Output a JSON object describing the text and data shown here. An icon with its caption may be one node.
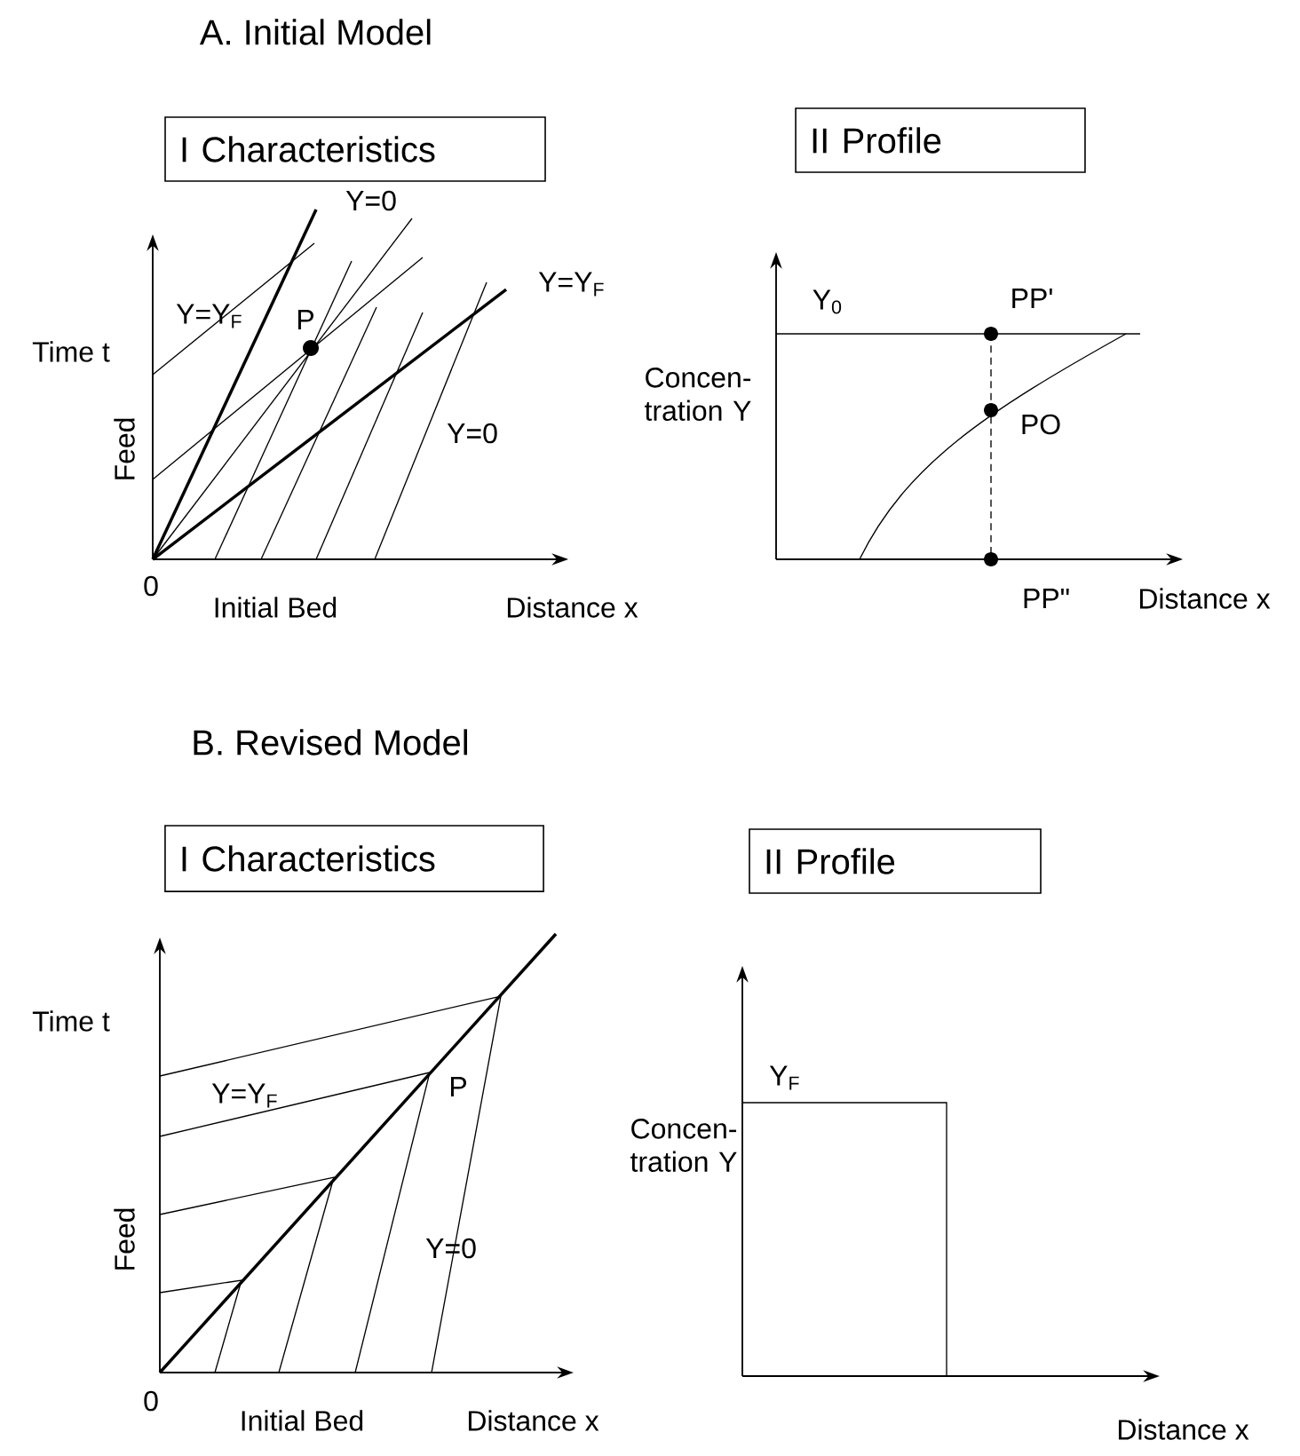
{
  "diagram": {
    "nodes": [
      {
        "text": [
          "I Characteristics"
        ]
      },
      {
        "text": [
          "II Profile"
        ]
      },
      {
        "text": [
          "I Characteristics"
        ]
      },
      {
        "text": [
          "II Profile"
        ]
      }
    ],
    "labels": [
      "A. Initial Model",
      "Y=0",
      "Y=Y$_{F}$",
      "Y=Y$_{F}$",
      "P",
      "Time t",
      "Feed",
      "Y=0",
      "0",
      "Initial Bed",
      "Distance x",
      "Y$_{0}$",
      "PP'",
      "Concen- tration Y",
      "PO",
      "PP\"",
      "Distance x",
      "B. Revised Model",
      "Time t",
      "Y=Y$_{F}$",
      "P",
      "Feed",
      "Y=0",
      "0",
      "Initial Bed",
      "Distance x",
      "Y$_{F}$",
      "Concen- tration Y",
      "Distance x"
    ]
  }
}
